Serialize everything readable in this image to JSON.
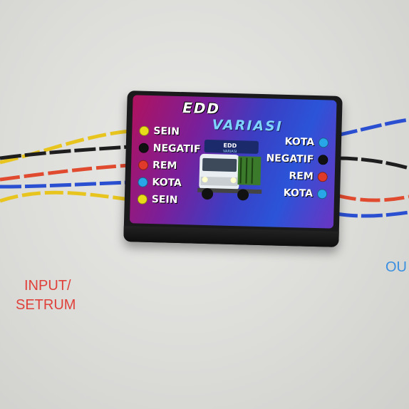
{
  "sticker": {
    "brand": "EDD",
    "subtitle": "VARIASI",
    "truck_badge_brand": "EDD",
    "truck_badge_sub": "VARIASI"
  },
  "left_labels": [
    {
      "text": "SEIN",
      "color": "#e8dc1a"
    },
    {
      "text": "NEGATIF",
      "color": "#111111"
    },
    {
      "text": "REM",
      "color": "#e23a2a"
    },
    {
      "text": "KOTA",
      "color": "#29a6e8"
    },
    {
      "text": "SEIN",
      "color": "#e8dc1a"
    }
  ],
  "right_labels": [
    {
      "text": "KOTA",
      "color": "#29a6e8"
    },
    {
      "text": "NEGATIF",
      "color": "#111111"
    },
    {
      "text": "REM",
      "color": "#e23a2a"
    },
    {
      "text": "KOTA",
      "color": "#29a6e8"
    }
  ],
  "captions": {
    "input_line1": "INPUT/",
    "input_line2": "SETRUM",
    "output_partial": "OU"
  },
  "colors": {
    "wire_yellow": "#e8c51e",
    "wire_black": "#1e1e1e",
    "wire_red": "#e04a2e",
    "wire_blue": "#2a4fd0",
    "caption_input": "#e0403a",
    "caption_output": "#3a8fe0"
  }
}
